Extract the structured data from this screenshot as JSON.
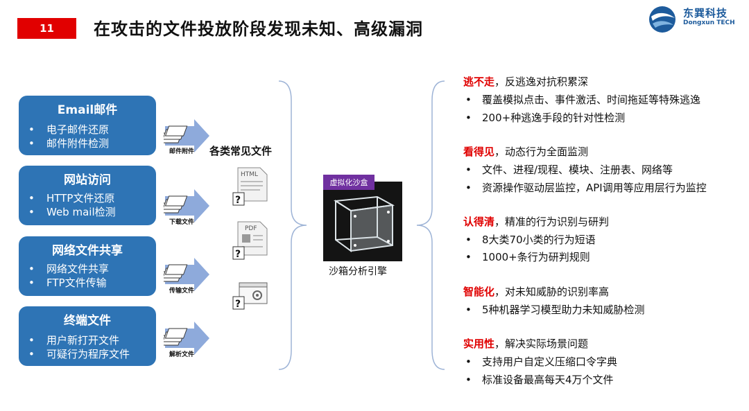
{
  "header": {
    "page_number": "11",
    "title": "在攻击的文件投放阶段发现未知、高级漏洞"
  },
  "logo": {
    "name_cn": "东巽科技",
    "name_en": "Dongxun TECH",
    "brand_color": "#1d5b9c"
  },
  "colors": {
    "accent_red": "#e10000",
    "box_blue": "#2e74b5",
    "sandbox_purple": "#7030a0"
  },
  "sources": [
    {
      "title": "Email邮件",
      "items": [
        "电子邮件还原",
        "邮件附件检测"
      ],
      "arrow_label": "邮件附件"
    },
    {
      "title": "网站访问",
      "items": [
        "HTTP文件还原",
        "Web mail检测"
      ],
      "arrow_label": "下载文件"
    },
    {
      "title": "网络文件共享",
      "items": [
        "网络文件共享",
        "FTP文件传输"
      ],
      "arrow_label": "传输文件"
    },
    {
      "title": "终端文件",
      "items": [
        "用户新打开文件",
        "可疑行为程序文件"
      ],
      "arrow_label": "解析文件"
    }
  ],
  "bullet": "•",
  "files": {
    "title": "各类常见文件",
    "icons": [
      {
        "label": "HTML",
        "icon": "html-file-icon",
        "mark": "?"
      },
      {
        "label": "PDF",
        "icon": "pdf-file-icon",
        "mark": "?"
      },
      {
        "label": "",
        "icon": "executable-file-icon",
        "mark": "?"
      }
    ]
  },
  "sandbox": {
    "label": "虚拟化沙盒",
    "caption": "沙箱分析引擎"
  },
  "features": [
    {
      "keyword": "逃不走",
      "desc": "，反逃逸对抗积累深",
      "items": [
        "覆盖模拟点击、事件激活、时间拖延等特殊逃逸",
        "200+种逃逸手段的针对性检测"
      ]
    },
    {
      "keyword": "看得见",
      "desc": "，动态行为全面监测",
      "items": [
        "文件、进程/现程、模块、注册表、网络等",
        "资源操作驱动层监控，API调用等应用层行为监控"
      ]
    },
    {
      "keyword": "认得清",
      "desc": "，精准的行为识别与研判",
      "items": [
        "8大类70小类的行为短语",
        "1000+条行为研判规则"
      ]
    },
    {
      "keyword": "智能化",
      "desc": "，对未知威胁的识别率高",
      "items": [
        "5种机器学习模型助力未知威胁检测"
      ]
    },
    {
      "keyword": "实用性",
      "desc": "，解决实际场景问题",
      "items": [
        "支持用户自定义压缩口令字典",
        "标准设备最高每天4万个文件"
      ]
    }
  ]
}
